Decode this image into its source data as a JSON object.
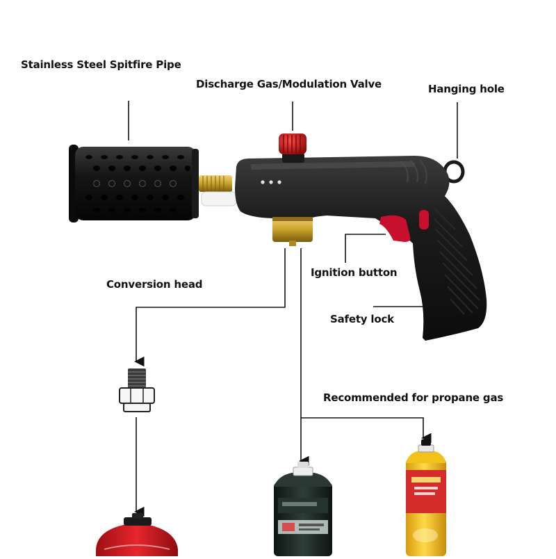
{
  "labels": {
    "spitfire_pipe": "Stainless Steel Spitfire Pipe",
    "valve": "Discharge Gas/Modulation Valve",
    "hanging_hole": "Hanging hole",
    "conversion_head": "Conversion head",
    "ignition_button": "Ignition button",
    "safety_lock": "Safety lock",
    "propane_note": "Recommended for propane gas"
  },
  "colors": {
    "body": "#161616",
    "accent_red": "#c8102e",
    "brass": "#c9a227",
    "line": "#111111",
    "canister_green": "#1f2b27",
    "canister_yellow": "#f2c21a"
  }
}
